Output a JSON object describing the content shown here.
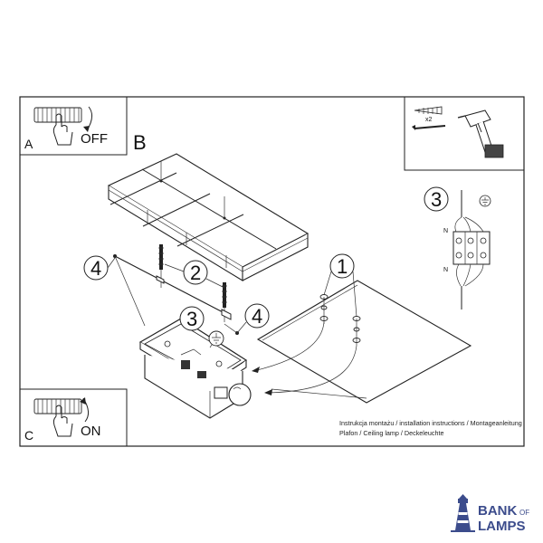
{
  "panels": {
    "a": {
      "letter": "A",
      "state": "OFF"
    },
    "c": {
      "letter": "C",
      "state": "ON"
    }
  },
  "section_b": {
    "letter": "B"
  },
  "callouts": {
    "one": "1",
    "two": "2",
    "three_main": "3",
    "three_wiring": "3",
    "four_left": "4",
    "four_right": "4"
  },
  "tools": {
    "quantity": "x2"
  },
  "wiring": {
    "neutral_top": "N",
    "neutral_bottom": "N"
  },
  "caption": {
    "line1": "Instrukcja montażu / installation instructions / Montageanleitung",
    "line2": "Plafon / Ceiling lamp / Deckeleuchte"
  },
  "logo": {
    "word_top": "BANK",
    "word_of": "OF",
    "word_bottom": "LAMPS",
    "color": "#3c4c8c"
  }
}
